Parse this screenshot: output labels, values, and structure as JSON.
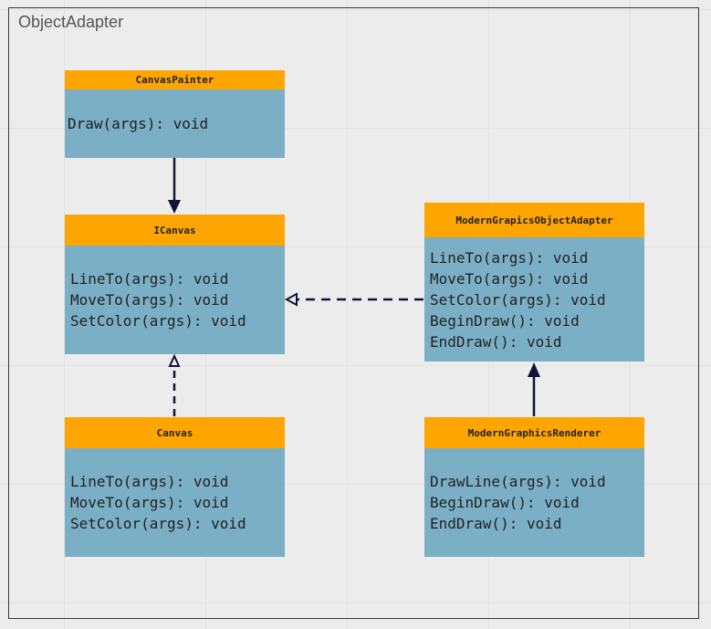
{
  "frame": {
    "title": "ObjectAdapter"
  },
  "classes": {
    "canvas_painter": {
      "name": "CanvasPainter",
      "ops": [
        "Draw(args): void"
      ]
    },
    "icanvas": {
      "name": "ICanvas",
      "ops": [
        "LineTo(args): void",
        "MoveTo(args): void",
        "SetColor(args): void"
      ]
    },
    "canvas": {
      "name": "Canvas",
      "ops": [
        "LineTo(args): void",
        "MoveTo(args): void",
        "SetColor(args): void"
      ]
    },
    "adapter": {
      "name": "ModernGrapicsObjectAdapter",
      "ops": [
        "LineTo(args): void",
        "MoveTo(args): void",
        "SetColor(args): void",
        "BeginDraw(): void",
        "EndDraw(): void"
      ]
    },
    "renderer": {
      "name": "ModernGraphicsRenderer",
      "ops": [
        "DrawLine(args): void",
        "BeginDraw(): void",
        "EndDraw(): void"
      ]
    }
  },
  "colors": {
    "header": "#ffa500",
    "body": "#7aafc6",
    "arrow": "#12123a"
  }
}
